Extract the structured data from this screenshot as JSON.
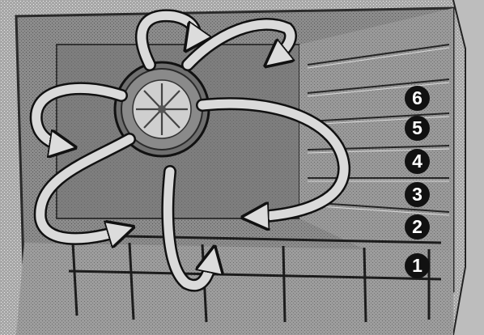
{
  "rack_positions": [
    {
      "number": "6"
    },
    {
      "number": "5"
    },
    {
      "number": "4"
    },
    {
      "number": "3"
    },
    {
      "number": "2"
    },
    {
      "number": "1"
    }
  ],
  "colors": {
    "cavity": "#8f8f8f",
    "airflow_arrow": "#d9d9d9",
    "badge": "#111111",
    "badge_text": "#ffffff"
  },
  "icons": {
    "fan": "convection-fan-icon",
    "airflow": "airflow-arrow-icon"
  }
}
